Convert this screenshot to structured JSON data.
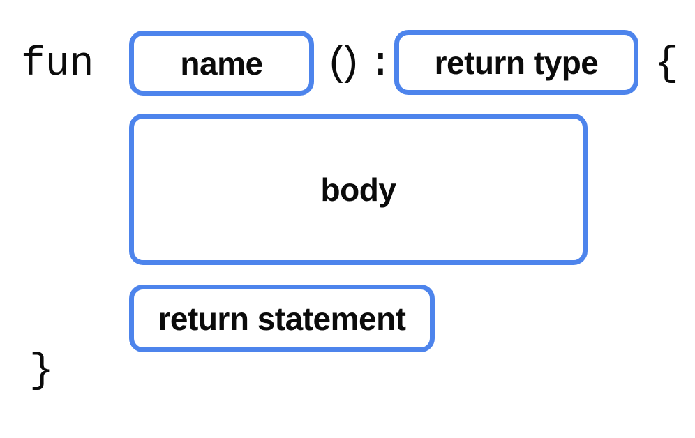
{
  "diagram": {
    "description": "Anatomy of a Kotlin function declaration",
    "code_tokens": {
      "keyword": "fun",
      "open_paren": "(",
      "close_paren": ")",
      "colon": ":",
      "open_brace": "{",
      "close_brace": "}"
    },
    "placeholders": {
      "name": "name",
      "return_type": "return type",
      "body": "body",
      "return_statement": "return statement"
    },
    "colors": {
      "box_border": "#4d84ec",
      "text": "#0b0b0b",
      "background": "#ffffff"
    }
  }
}
